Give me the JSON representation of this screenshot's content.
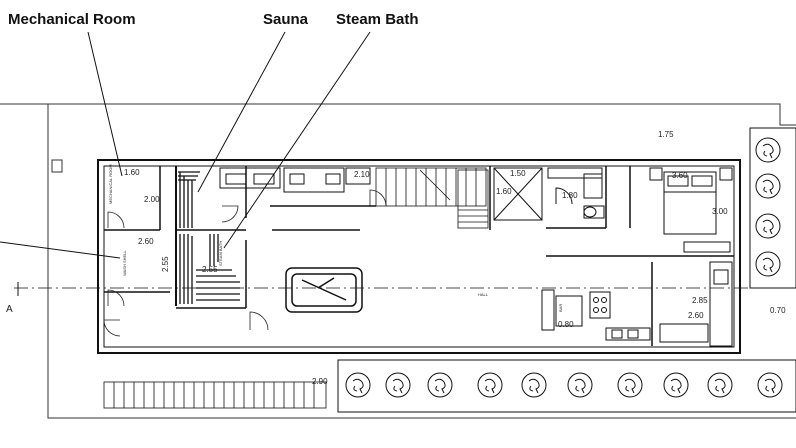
{
  "callouts": {
    "mechanical_room": "Mechanical Room",
    "sauna": "Sauna",
    "steam_bath": "Steam Bath"
  },
  "section_marker": "A",
  "dimensions": {
    "d_160_left": "1.60",
    "d_200": "2.00",
    "d_260": "2.60",
    "d_255_a": "2.55",
    "d_255_b": "2.55",
    "d_210": "2.10",
    "d_150": "1.50",
    "d_160_center": "1.60",
    "d_180": "1.80",
    "d_175": "1.75",
    "d_360": "3.60",
    "d_300": "3.00",
    "d_285": "2.85",
    "d_260_kitchen": "2.60",
    "d_080": "0.80",
    "d_070": "0.70",
    "d_290": "2.90"
  },
  "small_labels": {
    "mechanical_room_rotated": "MECHANICAL ROOM",
    "room_left_rotated": "WASH SHELL",
    "steam_rotated": "STEAM BATH",
    "center_room": "HALL",
    "island": "BAR"
  }
}
